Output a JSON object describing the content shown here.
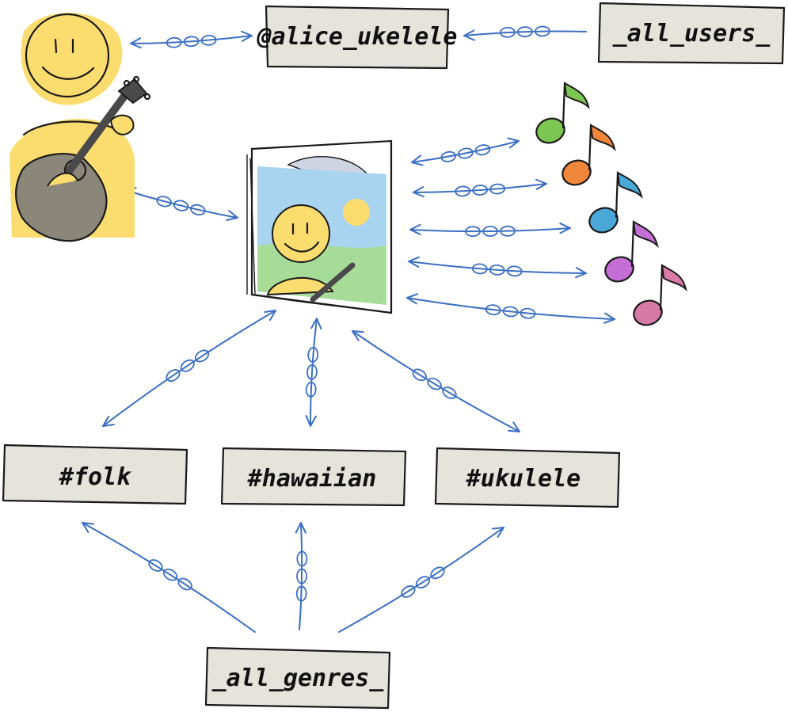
{
  "user": {
    "label": "@alice_ukelele"
  },
  "users_collection": {
    "label": "_all_users_"
  },
  "genres": [
    {
      "label": "#folk"
    },
    {
      "label": "#hawaiian"
    },
    {
      "label": "#ukulele"
    }
  ],
  "genres_collection": {
    "label": "_all_genres_"
  },
  "notes": [
    {
      "color": "#7cc653"
    },
    {
      "color": "#f0873a"
    },
    {
      "color": "#4aa8d8"
    },
    {
      "color": "#c46fd6"
    },
    {
      "color": "#d879a6"
    }
  ],
  "colors": {
    "edge": "#3a6fc4",
    "box_fill": "#e4e3dc",
    "face": "#fbdc6e",
    "guitar": "#8a867a",
    "sky": "#a8d4f0",
    "grass": "#a7dc98"
  }
}
